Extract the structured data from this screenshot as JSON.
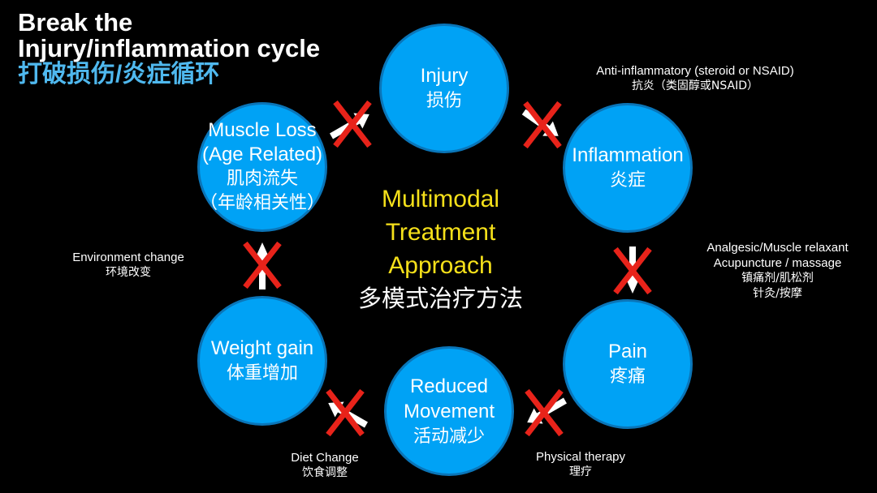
{
  "title": {
    "line1": "Break the",
    "line2": "Injury/inflammation cycle",
    "zh": "打破损伤/炎症循环"
  },
  "center": {
    "line1": "Multimodal",
    "line2": "Treatment",
    "line3": "Approach",
    "zh": "多模式治疗方法"
  },
  "nodes": {
    "injury": {
      "en": "Injury",
      "zh": "损伤"
    },
    "inflammation": {
      "en": "Inflammation",
      "zh": "炎症"
    },
    "pain": {
      "en": "Pain",
      "zh": "疼痛"
    },
    "reduced_movement": {
      "en1": "Reduced",
      "en2": "Movement",
      "zh": "活动减少"
    },
    "weight_gain": {
      "en": "Weight gain",
      "zh": "体重增加"
    },
    "muscle_loss": {
      "en1": "Muscle Loss",
      "en2": "(Age Related)",
      "zh1": "肌肉流失",
      "zh2": "（年龄相关性）"
    }
  },
  "interventions": {
    "anti_inflammatory": {
      "en": "Anti-inflammatory (steroid or NSAID)",
      "zh": "抗炎（类固醇或NSAID）"
    },
    "analgesic": {
      "en1": "Analgesic/Muscle relaxant",
      "en2": "Acupuncture / massage",
      "zh1": "镇痛剂/肌松剂",
      "zh2": "针灸/按摩"
    },
    "physical_therapy": {
      "en": "Physical therapy",
      "zh": "理疗"
    },
    "diet_change": {
      "en": "Diet Change",
      "zh": "饮食调整"
    },
    "environment_change": {
      "en": "Environment change",
      "zh": "环境改变"
    }
  },
  "colors": {
    "node_fill": "#00a2f5",
    "node_border": "#0a75b8",
    "title_zh": "#4fb8ee",
    "center_en": "#f5e01a",
    "cross": "#e8231a",
    "arrow": "#ffffff"
  }
}
